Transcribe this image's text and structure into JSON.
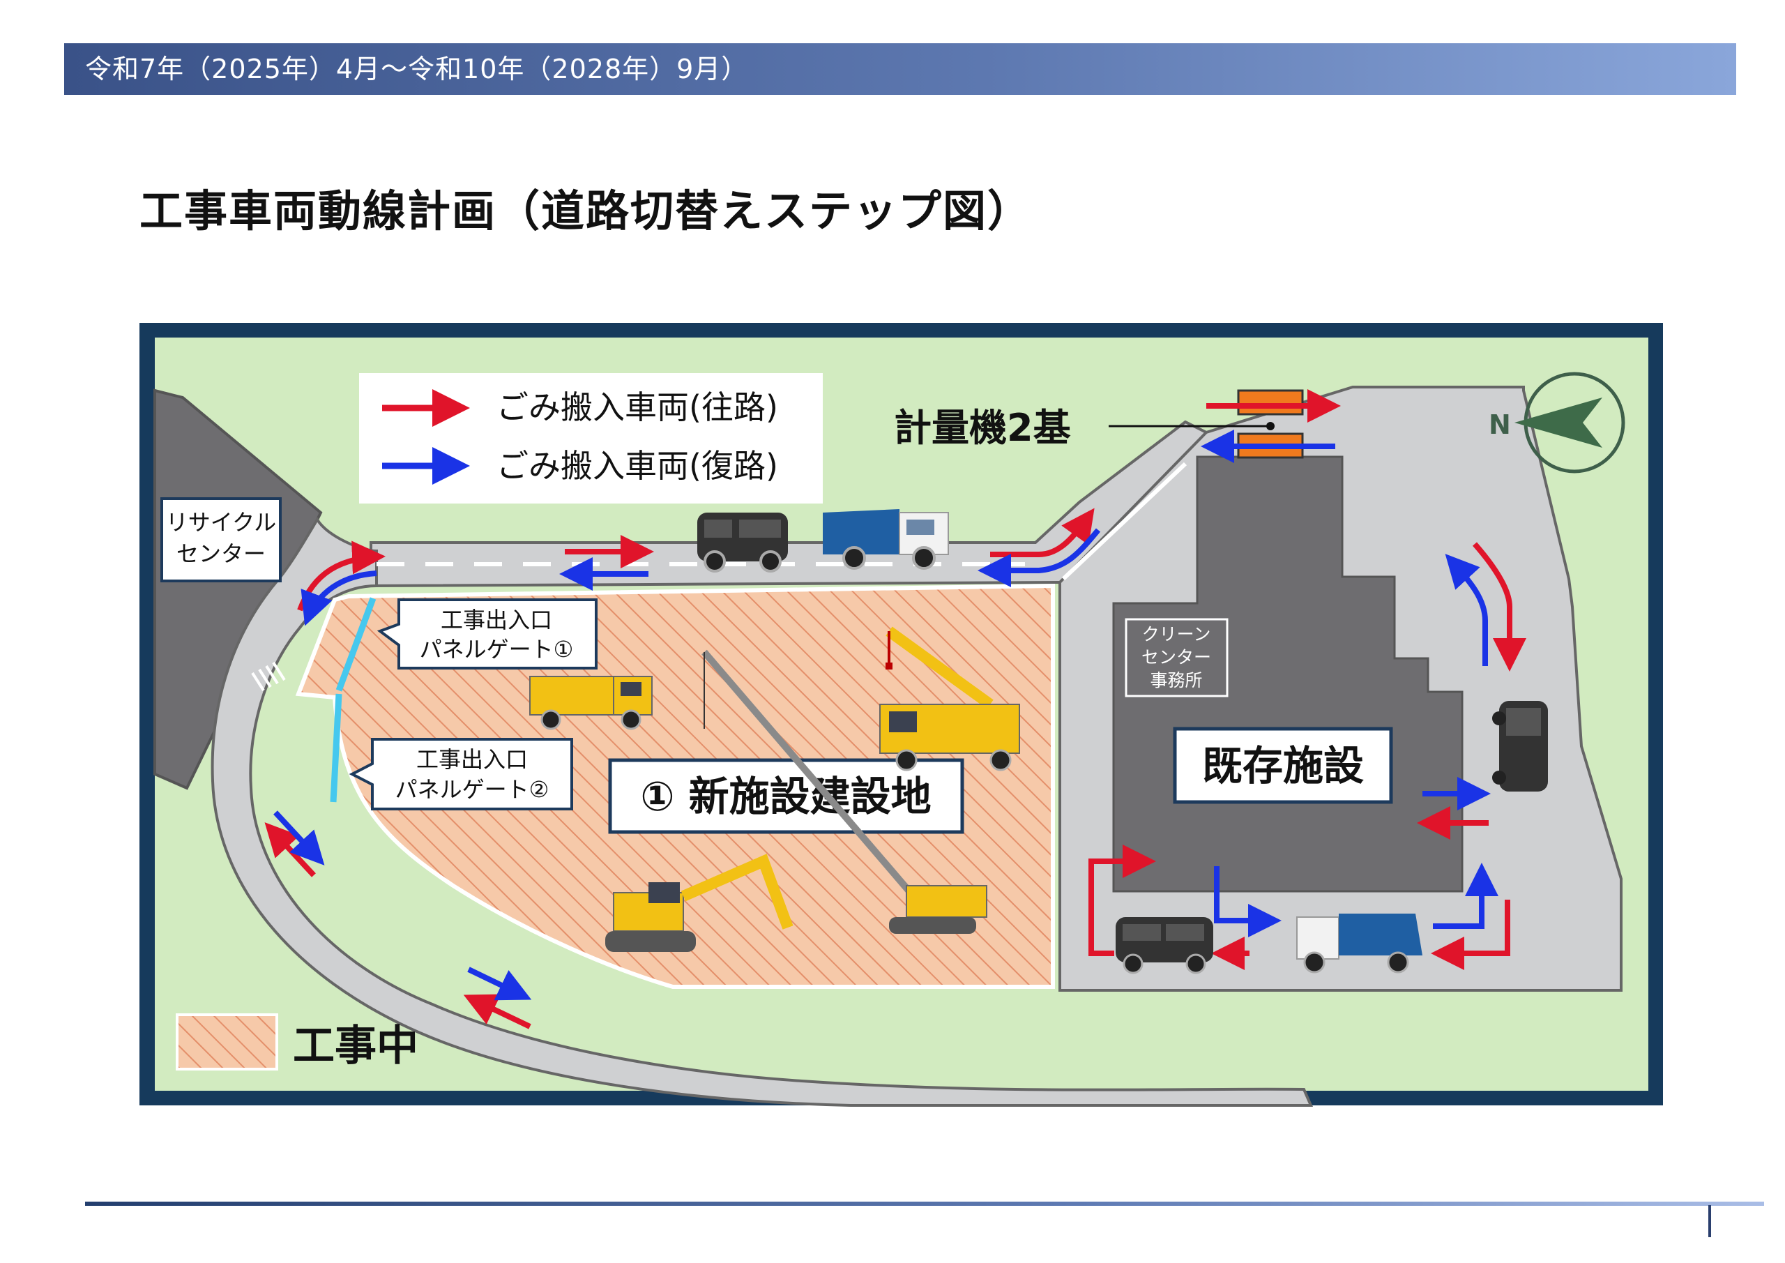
{
  "header": {
    "period": "令和7年（2025年）4月～令和10年（2028年）9月）"
  },
  "page": {
    "title": "工事車両動線計画（道路切替えステップ図）"
  },
  "legend": {
    "outbound": "ごみ搬入車両(往路)",
    "inbound": "ごみ搬入車両(復路)",
    "construction": "工事中"
  },
  "labels": {
    "recycle_center_line1": "リサイクル",
    "recycle_center_line2": "センター",
    "gate1_line1": "工事出入口",
    "gate1_line2": "パネルゲート①",
    "gate2_line1": "工事出入口",
    "gate2_line2": "パネルゲート②",
    "new_site": "① 新施設建設地",
    "scales": "計量機2基",
    "office_line1": "クリーン",
    "office_line2": "センター",
    "office_line3": "事務所",
    "existing": "既存施設",
    "north": "N"
  },
  "colors": {
    "outbound": "#e0142a",
    "inbound": "#1a33e6",
    "frame": "#163a5c",
    "grass": "#d2ebc0",
    "road": "#cfd0d2",
    "building": "#6e6d70",
    "construction_fill": "#f6c9a9",
    "construction_hatch": "#e48f6a",
    "gate": "#45c8ee",
    "scale": "#f07a1e"
  }
}
